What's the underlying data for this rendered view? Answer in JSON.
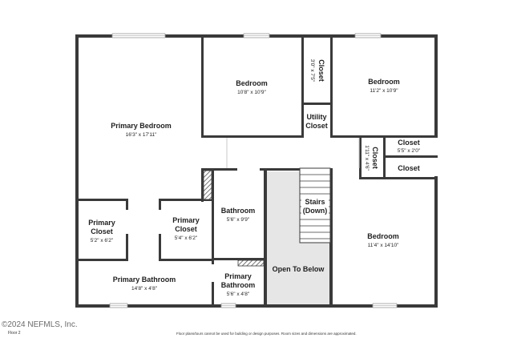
{
  "colors": {
    "wall": "#3a3a3a",
    "open_to_below": "#e6e6e6",
    "hatch": "#555555"
  },
  "rooms": {
    "primary_bedroom": {
      "name": "Primary Bedroom",
      "dims": "16'3\" x 17'11\""
    },
    "bedroom_1": {
      "name": "Bedroom",
      "dims": "10'8\" x 10'9\""
    },
    "closet_1": {
      "name": "Closet",
      "dims": "3'0\" x 7'5\""
    },
    "bedroom_2": {
      "name": "Bedroom",
      "dims": "11'2\" x 10'9\""
    },
    "utility_closet": {
      "name_line1": "Utility",
      "name_line2": "Closet"
    },
    "closet_2": {
      "name": "Closet",
      "dims": "5'5\" x 2'0\""
    },
    "closet_3": {
      "name": "Closet",
      "dims": "1'11\" x 4'6\""
    },
    "closet_4": {
      "name": "Closet"
    },
    "primary_closet_1": {
      "name_line1": "Primary",
      "name_line2": "Closet",
      "dims": "5'2\" x 6'2\""
    },
    "primary_closet_2": {
      "name_line1": "Primary",
      "name_line2": "Closet",
      "dims": "5'4\" x 6'2\""
    },
    "bathroom": {
      "name": "Bathroom",
      "dims": "5'6\" x 9'9\""
    },
    "stairs": {
      "name_line1": "Stairs",
      "name_line2": "(Down)"
    },
    "bedroom_3": {
      "name": "Bedroom",
      "dims": "11'4\" x 14'10\""
    },
    "open_to_below": {
      "name": "Open To Below"
    },
    "primary_bathroom_1": {
      "name": "Primary Bathroom",
      "dims": "14'8\" x 4'8\""
    },
    "primary_bathroom_2": {
      "name_line1": "Primary",
      "name_line2": "Bathroom",
      "dims": "5'6\" x 4'8\""
    }
  },
  "footer": {
    "copyright": "©2024 NEFMLS, Inc.",
    "floor": "Floor 2",
    "disclaimer": "Floor plans/tours cannot be used for building or design purposes. Room sizes and dimensions are approximated."
  }
}
